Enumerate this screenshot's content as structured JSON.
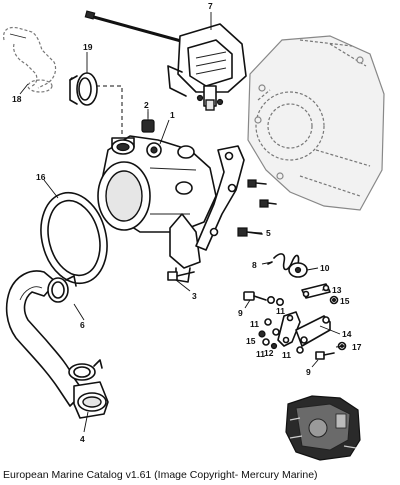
{
  "caption": "European Marine Catalog v1.61 (Image Copyright- Mercury Marine)",
  "callouts": {
    "c1": "1",
    "c2": "2",
    "c3": "3",
    "c4": "4",
    "c5": "5",
    "c6": "6",
    "c7": "7",
    "c8": "8",
    "c9a": "9",
    "c9b": "9",
    "c10": "10",
    "c11a": "11",
    "c11b": "11",
    "c11c": "11",
    "c11d": "11",
    "c12": "12",
    "c13": "13",
    "c14": "14",
    "c15a": "15",
    "c15b": "15",
    "c16": "16",
    "c17": "17",
    "c18": "18",
    "c19": "19"
  }
}
